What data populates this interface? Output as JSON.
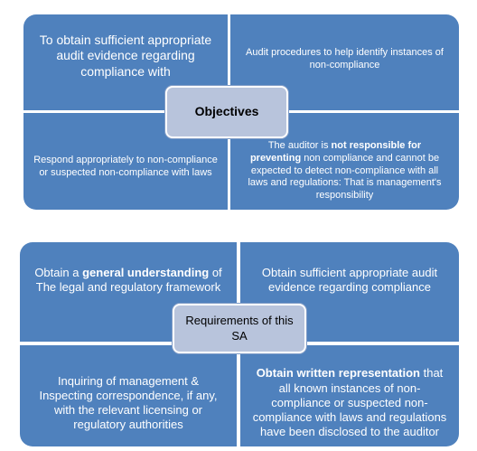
{
  "objectives": {
    "center": "Objectives",
    "top_left": "To obtain sufficient appropriate audit evidence regarding compliance with",
    "top_right": "Audit procedures to help identify instances of non-compliance",
    "bottom_left": "Respond appropriately to non-compliance or suspected non-compliance with laws",
    "bottom_right": {
      "part1": "The auditor is ",
      "bold": "not responsible for preventing",
      "part2": " non compliance and cannot be expected to detect non-compliance with all laws and regulations: That is management's responsibility"
    }
  },
  "requirements": {
    "center": "Requirements of this SA",
    "top_left": {
      "part1": "Obtain a ",
      "bold": "general understanding",
      "part2": " of The legal and regulatory framework"
    },
    "top_right": "Obtain sufficient appropriate audit evidence regarding compliance",
    "bottom_left": "Inquiring of management & Inspecting correspondence, if any, with the relevant licensing or regulatory authorities",
    "bottom_right": {
      "bold": "Obtain written representation",
      "part2": " that all known instances of non-compliance or suspected non-compliance with laws and regulations have been disclosed to the auditor"
    }
  },
  "colors": {
    "quadrant_fill": "#4f81bd",
    "center_fill": "#b8c4dc",
    "quadrant_text": "#ffffff",
    "center_text": "#000000"
  }
}
